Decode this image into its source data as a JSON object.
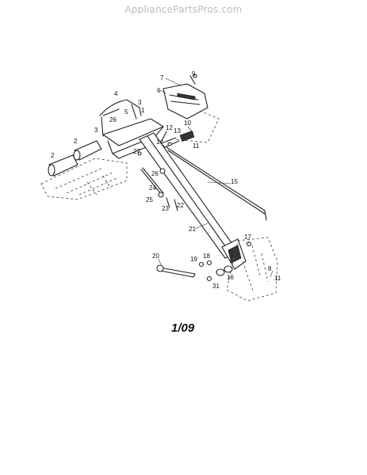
{
  "watermark": "AppliancePartsPros.com",
  "diagram": {
    "callouts": [
      "1",
      "2",
      "2",
      "3",
      "3",
      "4",
      "5",
      "6",
      "7",
      "8",
      "9",
      "10",
      "11",
      "11",
      "12",
      "13",
      "14",
      "15",
      "16",
      "17",
      "18",
      "19",
      "20",
      "21",
      "22",
      "23",
      "24",
      "25",
      "26",
      "26",
      "27",
      "31"
    ]
  },
  "date_code": "1/09"
}
